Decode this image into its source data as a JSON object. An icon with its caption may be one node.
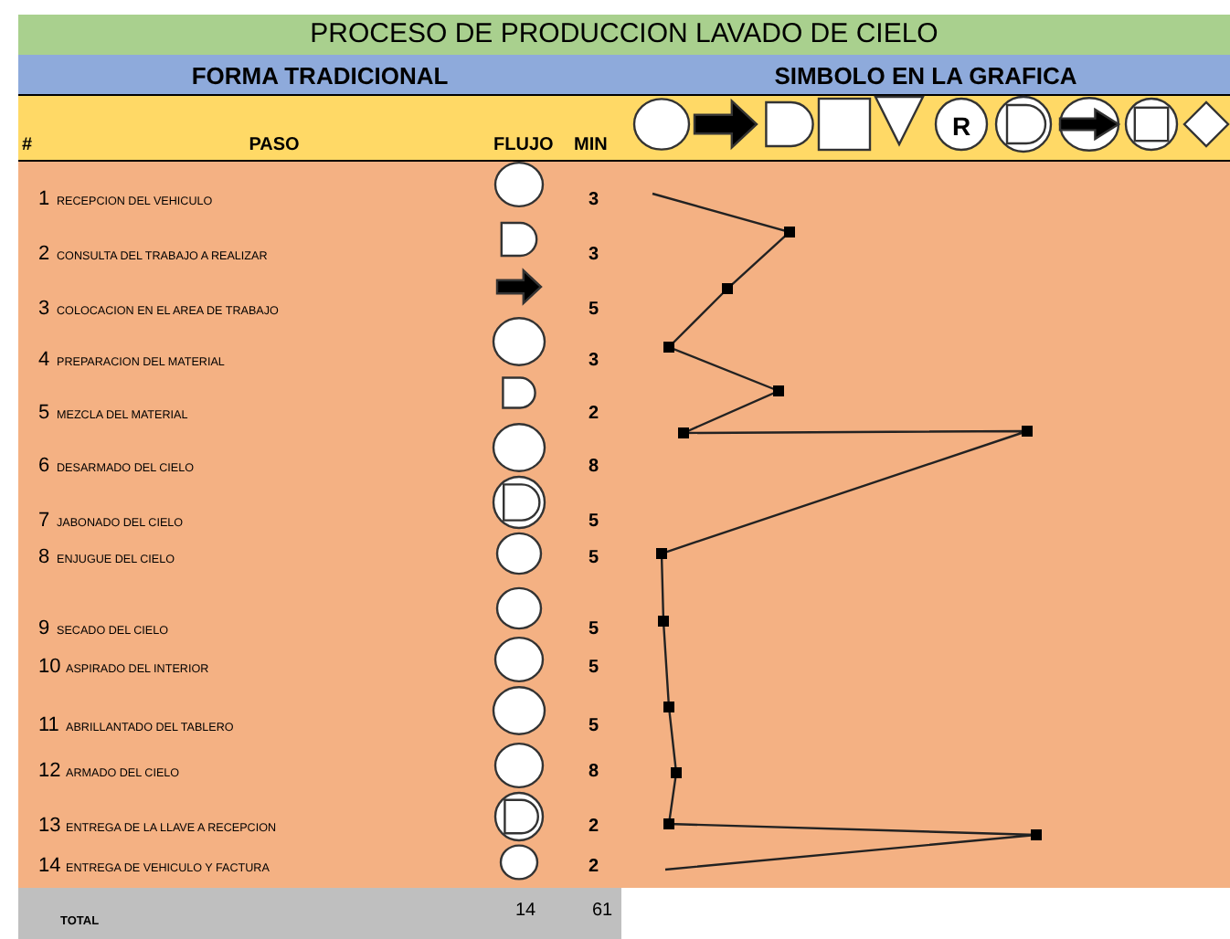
{
  "diagram": {
    "title": "PROCESO DE PRODUCCION LAVADO DE CIELO",
    "labels": [
      "FORMA TRADICIONAL",
      "SIMBOLO EN LA GRAFICA",
      "#",
      "PASO",
      "FLUJO",
      "MIN",
      "R",
      "1",
      "RECEPCION DEL VEHICULO",
      "3",
      "2",
      "CONSULTA DEL TRABAJO A REALIZAR",
      "3",
      "3",
      "COLOCACION EN EL AREA DE TRABAJO",
      "5",
      "4",
      "PREPARACION DEL MATERIAL",
      "3",
      "5",
      "MEZCLA DEL MATERIAL",
      "2",
      "6",
      "DESARMADO DEL CIELO",
      "8",
      "7",
      "JABONADO DEL CIELO",
      "5",
      "8",
      "ENJUGUE DEL CIELO",
      "5",
      "9",
      "SECADO DEL CIELO",
      "5",
      "10",
      "ASPIRADO DEL INTERIOR",
      "5",
      "11",
      "ABRILLANTADO DEL TABLERO",
      "5",
      "12",
      "ARMADO DEL CIELO",
      "8",
      "13",
      "ENTREGA DE LA LLAVE A RECEPCION",
      "2",
      "14",
      "ENTREGA DE VEHICULO Y FACTURA",
      "2",
      "TOTAL",
      "14",
      "61"
    ]
  }
}
